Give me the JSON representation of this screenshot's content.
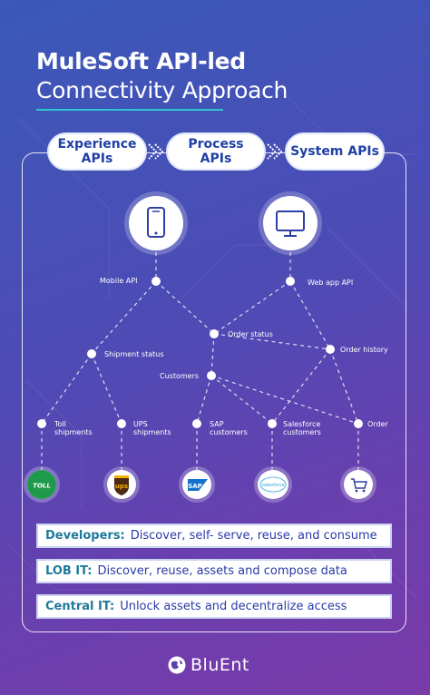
{
  "title": {
    "line1": "MuleSoft API-led",
    "line2": "Connectivity Approach"
  },
  "layers": [
    {
      "label": "Experience APIs"
    },
    {
      "label": "Process APIs"
    },
    {
      "label": "System APIs"
    }
  ],
  "devices": [
    {
      "icon": "mobile-phone-icon"
    },
    {
      "icon": "desktop-monitor-icon"
    }
  ],
  "nodes": {
    "mobile_api": "Mobile API",
    "web_app_api": "Web app API",
    "order_status": "Order status",
    "shipment_status": "Shipment status",
    "order_history": "Order history",
    "customers": "Customers",
    "toll_shipments": "Toll\nshipments",
    "ups_shipments": "UPS\nshipments",
    "sap_customers": "SAP\ncustomers",
    "salesforce_customers": "Salesforce\ncustomers",
    "order": "Order"
  },
  "systems": {
    "toll": "TOLL",
    "ups": "ups",
    "sap": "SAP",
    "salesforce": "salesforce",
    "order_icon": "shopping-cart-icon"
  },
  "roles": [
    {
      "name": "Developers:",
      "text": "Discover, self- serve, reuse, and consume"
    },
    {
      "name": "LOB IT:",
      "text": "Discover, reuse, assets and compose data"
    },
    {
      "name": "Central IT:",
      "text": "Unlock assets and decentralize access"
    }
  ],
  "brand": {
    "name": "BluEnt"
  },
  "colors": {
    "accent": "#2fc6cf",
    "pill_text": "#1f3fa6",
    "role_name": "#1e7a9a"
  }
}
